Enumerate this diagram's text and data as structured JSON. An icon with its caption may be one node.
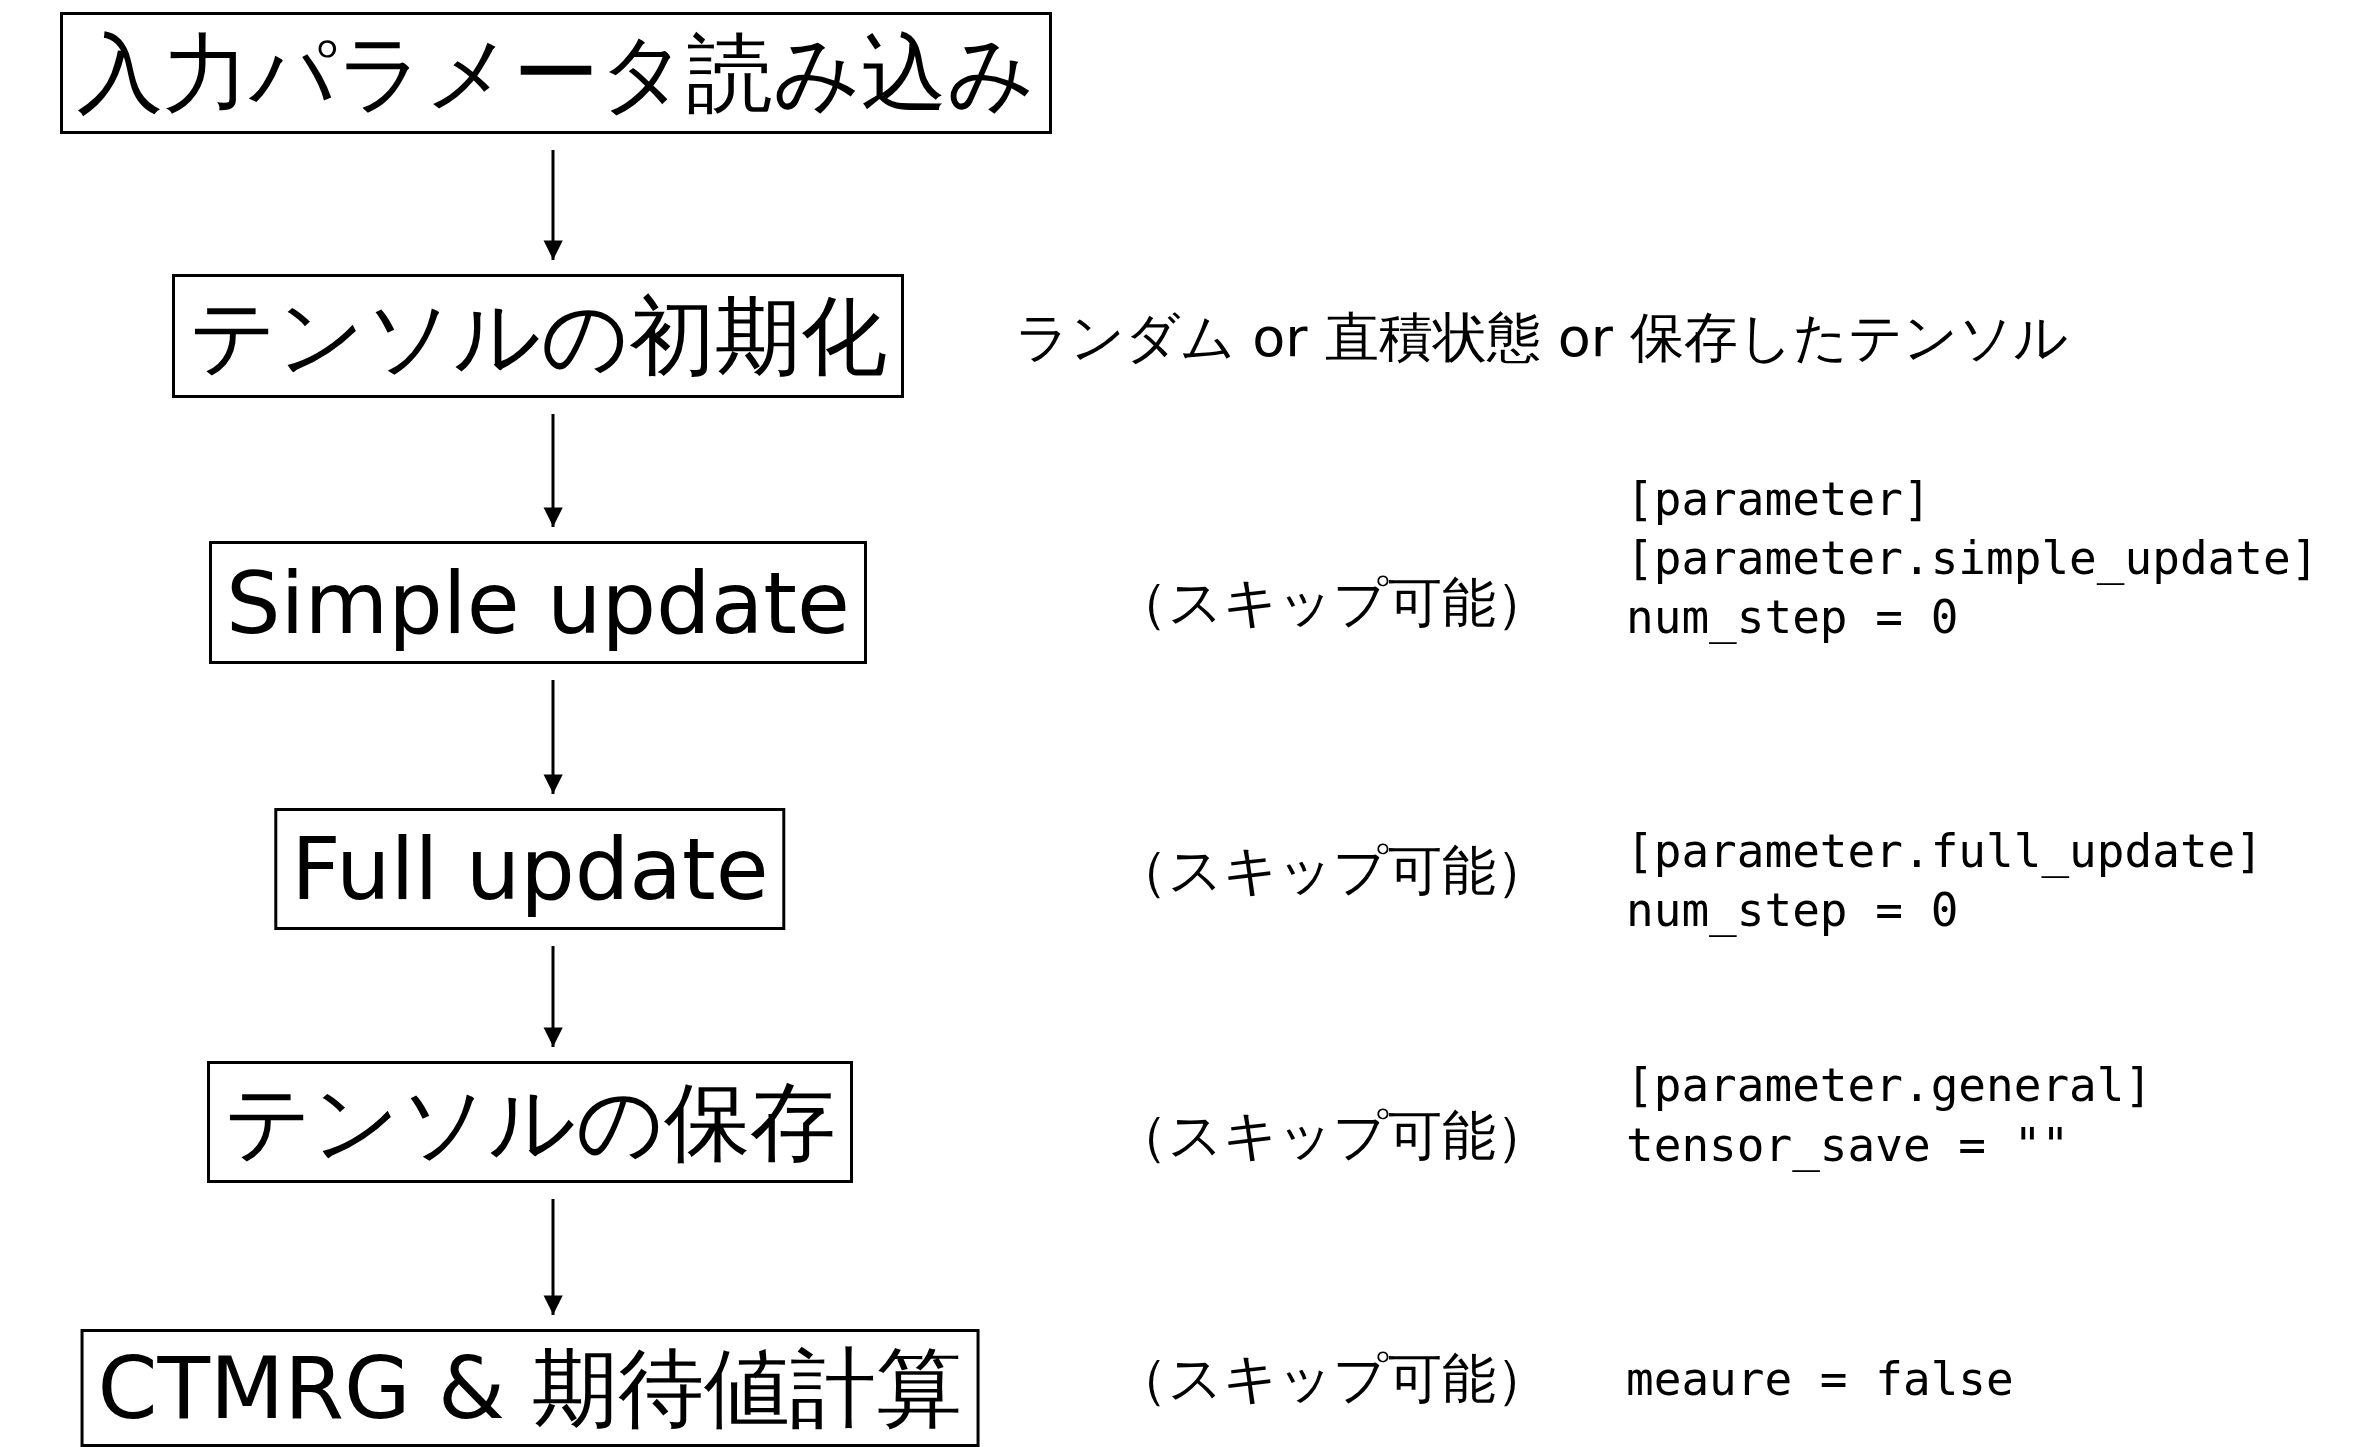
{
  "diagram": {
    "nodes": [
      {
        "text": [
          "入力パラメータ読み込み"
        ]
      },
      {
        "text": [
          "テンソルの初期化"
        ],
        "beside": [
          "ランダム or 直積状態 or 保存したテンソル"
        ]
      },
      {
        "text": [
          "Simple update"
        ],
        "beside": [
          "（スキップ可能）",
          "[parameter]",
          "[parameter.simple_update]",
          "num_step = 0"
        ]
      },
      {
        "text": [
          "Full update"
        ],
        "beside": [
          "（スキップ可能）",
          "[parameter.full_update]",
          "num_step = 0"
        ]
      },
      {
        "text": [
          "テンソルの保存"
        ],
        "beside": [
          "（スキップ可能）",
          "[parameter.general]",
          "tensor_save = \"\""
        ]
      },
      {
        "text": [
          "CTMRG & 期待値計算"
        ],
        "beside": [
          "（スキップ可能）",
          "meaure = false"
        ]
      }
    ],
    "edges": [
      {
        "from": 0,
        "to": 1,
        "arrow": "to"
      },
      {
        "from": 1,
        "to": 2,
        "arrow": "to"
      },
      {
        "from": 2,
        "to": 3,
        "arrow": "to"
      },
      {
        "from": 3,
        "to": 4,
        "arrow": "to"
      },
      {
        "from": 4,
        "to": 5,
        "arrow": "to"
      }
    ]
  }
}
